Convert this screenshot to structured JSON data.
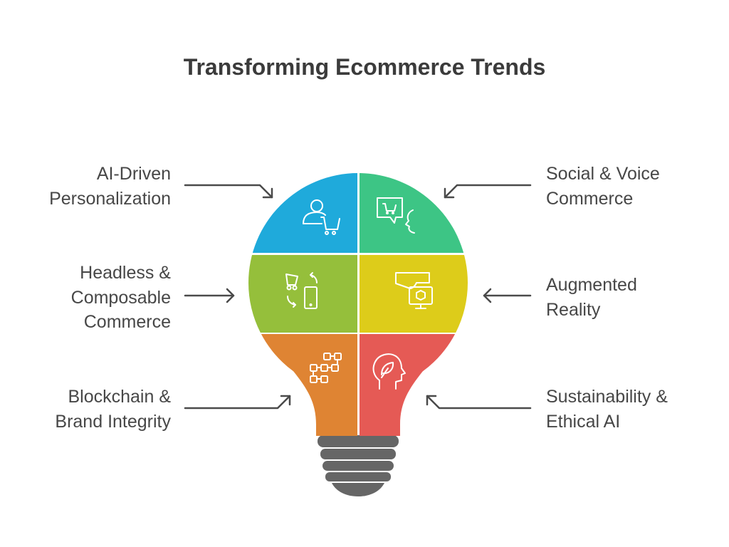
{
  "title": "Transforming Ecommerce Trends",
  "segments": [
    {
      "label_lines": [
        "AI-Driven",
        "Personalization"
      ],
      "color": "#1FAADB",
      "icon": "person-cart-icon"
    },
    {
      "label_lines": [
        "Social & Voice",
        "Commerce"
      ],
      "color": "#3DC585",
      "icon": "chat-cart-voice-icon"
    },
    {
      "label_lines": [
        "Headless &",
        "Composable",
        "Commerce"
      ],
      "color": "#95BF3B",
      "icon": "cart-phone-sync-icon"
    },
    {
      "label_lines": [
        "Augmented",
        "Reality"
      ],
      "color": "#DDCC1A",
      "icon": "vr-headset-icon"
    },
    {
      "label_lines": [
        "Blockchain &",
        "Brand Integrity"
      ],
      "color": "#DF8433",
      "icon": "blockchain-blocks-icon"
    },
    {
      "label_lines": [
        "Sustainability &",
        "Ethical AI"
      ],
      "color": "#E55A55",
      "icon": "head-leaf-icon"
    }
  ],
  "base_color": "#666666"
}
